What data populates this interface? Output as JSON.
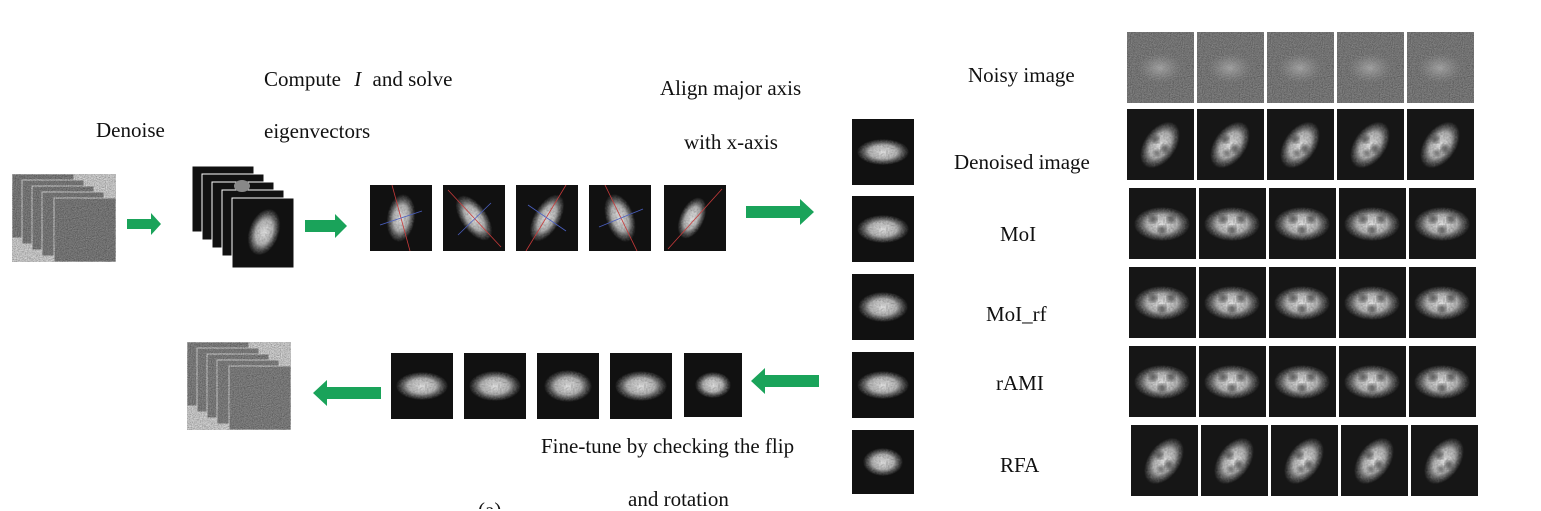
{
  "pipeline": {
    "denoise_label": "Denoise",
    "compute_label_pre": "Compute",
    "compute_symbol": "I",
    "compute_label_post": "and solve",
    "compute_label_line2": "eigenvectors",
    "align_label_line1": "Align major axis",
    "align_label_line2": "with  x-axis",
    "finetune_label_line1": "Fine-tune by checking the flip",
    "finetune_label_line2": "and rotation",
    "partial_caption": "(a)"
  },
  "comparison": {
    "row_labels": [
      "Noisy image",
      "Denoised image",
      "MoI",
      "MoI_rf",
      "rAMI",
      "RFA"
    ],
    "columns_per_row": 5
  },
  "colors": {
    "arrow": "#1aa35a",
    "background": "#ffffff",
    "noise_tile": "#8f8f8f",
    "dark_tile": "#111111"
  },
  "icons": {
    "arrow": "right-arrow-icon",
    "stack": "image-stack-icon"
  }
}
